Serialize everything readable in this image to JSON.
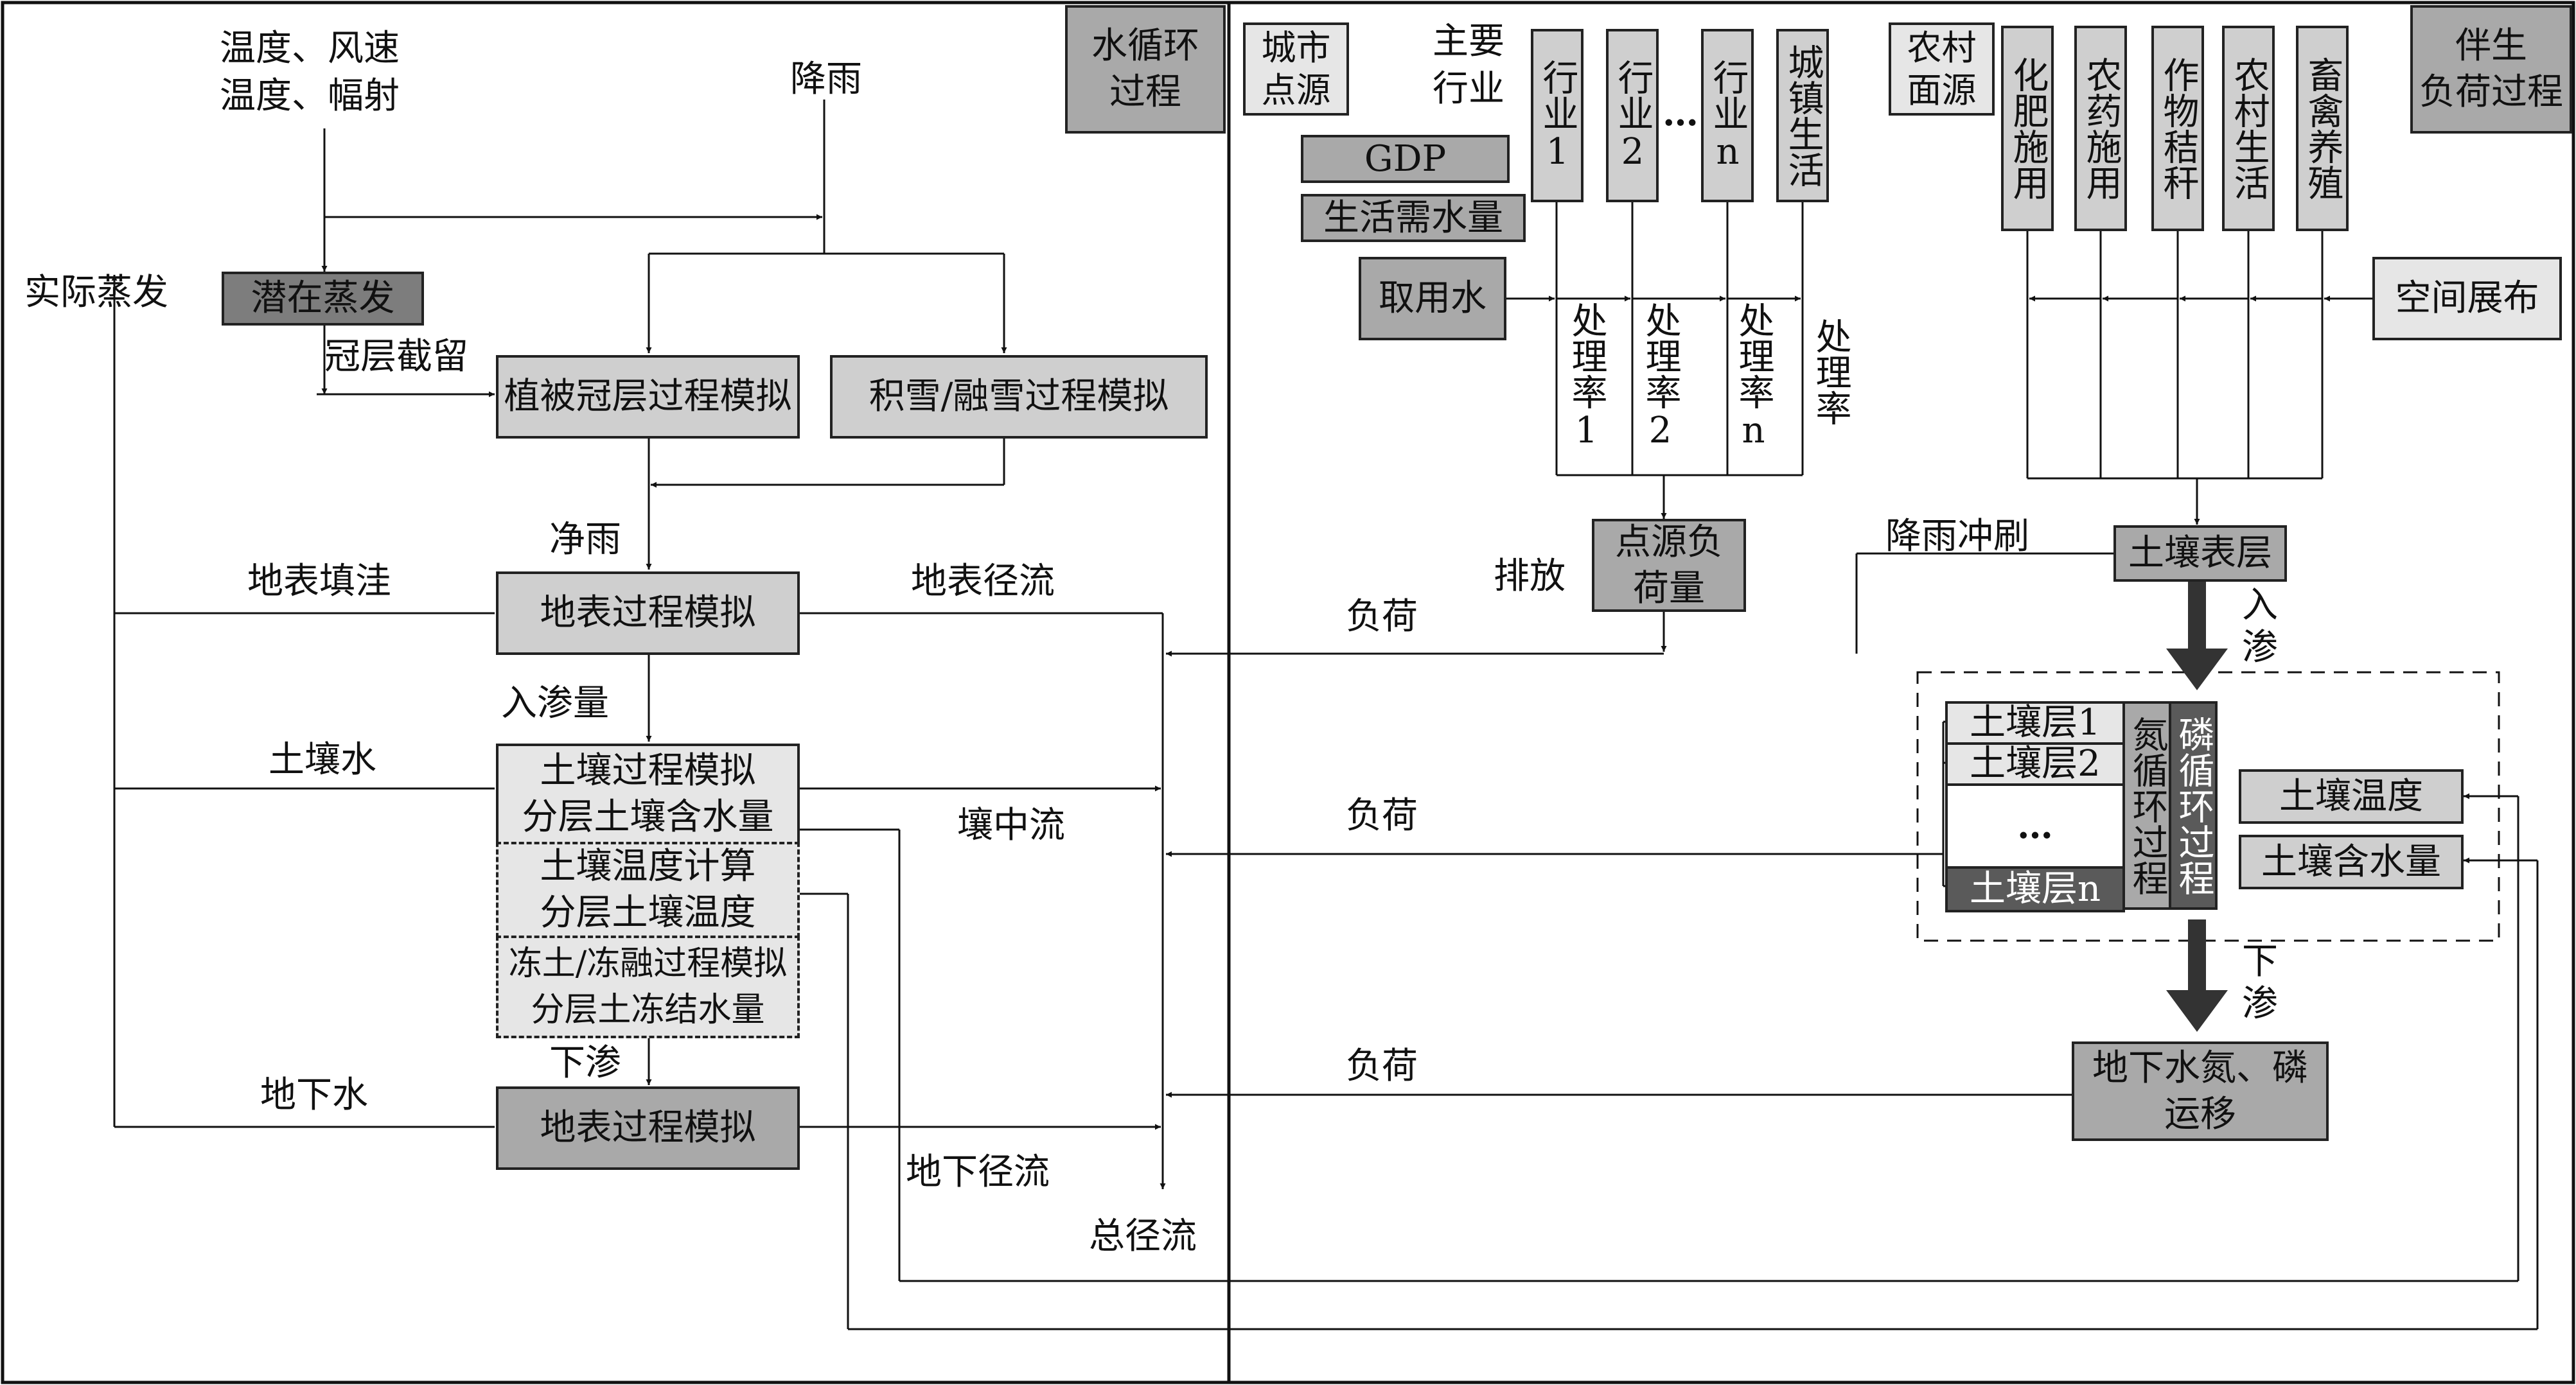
{
  "left_panel": {
    "title": "水循环\n过程",
    "inputs": {
      "temp_wind": "温度、风速",
      "temp_rad": "温度、幅射",
      "rain": "降雨"
    },
    "actual_evap": "实际蒸发",
    "potential_evap": "潜在蒸发",
    "canopy_interception": "冠层截留",
    "veg_canopy_sim": "植被冠层过程模拟",
    "snow_sim": "积雪/融雪过程模拟",
    "net_rain": "净雨",
    "surface_depression": "地表填洼",
    "surface_process_sim": "地表过程模拟",
    "surface_runoff": "地表径流",
    "infiltration": "入渗量",
    "soil_water": "土壤水",
    "soil_process_sim": "土壤过程模拟",
    "layered_soil_moisture": "分层土壤含水量",
    "interflow": "壤中流",
    "soil_temp_calc": "土壤温度计算",
    "layered_soil_temp": "分层土壤温度",
    "frozen_soil_sim": "冻土/冻融过程模拟",
    "layered_frozen_water": "分层土冻结水量",
    "percolation": "下渗",
    "groundwater": "地下水",
    "groundwater_sim": "地表过程模拟",
    "groundwater_runoff": "地下径流",
    "total_runoff": "总径流"
  },
  "right_panel": {
    "title": "伴生\n负荷过程",
    "urban_point_source": "城市\n点源",
    "main_industry": "主要\n行业",
    "industries": [
      "行业1",
      "行业2",
      "行业n"
    ],
    "ellipsis": "…",
    "urban_life": "城镇生活",
    "gdp": "GDP",
    "domestic_water_demand": "生活需水量",
    "water_withdrawal": "取用水",
    "treatment_rates": [
      "处理率1",
      "处理率2",
      "处理率n"
    ],
    "treatment_rate": "处理率",
    "discharge": "排放",
    "point_source_load": "点源负\n荷量",
    "load_labels": [
      "负荷",
      "负荷",
      "负荷"
    ],
    "rural_nonpoint": "农村\n面源",
    "nonpoint_items": [
      "化肥施用",
      "农药施用",
      "作物秸秆",
      "农村生活",
      "畜禽养殖"
    ],
    "spatial_distribution": "空间展布",
    "rain_washoff": "降雨冲刷",
    "soil_surface": "土壤表层",
    "infiltrate": "入\n渗",
    "soil_layers": [
      "土壤层1",
      "土壤层2",
      "…",
      "土壤层n"
    ],
    "nitrogen_cycle": "氮循环过程",
    "phosphorus_cycle": "磷循环过程",
    "soil_temperature": "土壤温度",
    "soil_moisture": "土壤含水量",
    "percolate": "下\n渗",
    "groundwater_np": "地下水氮、磷\n运移"
  }
}
